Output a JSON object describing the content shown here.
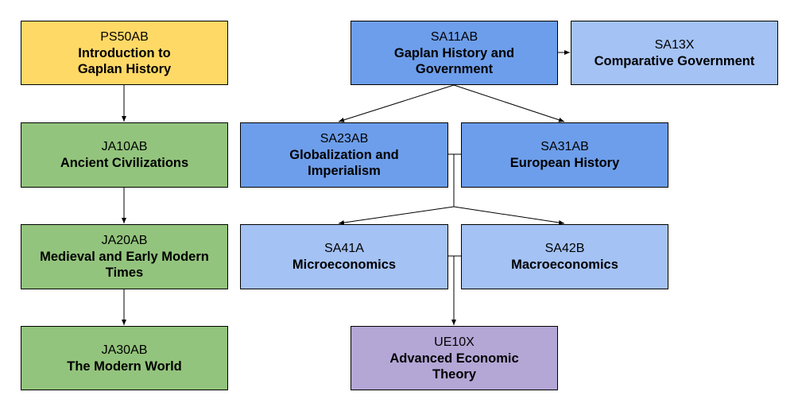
{
  "colors": {
    "intro": "#ffd966",
    "core": "#93c47d",
    "social": "#6d9eeb",
    "econ": "#a4c2f4",
    "advanced": "#b4a7d6"
  },
  "courses": {
    "ps50ab": {
      "code": "PS50AB",
      "title": "Introduction to Gaplan History"
    },
    "ja10ab": {
      "code": "JA10AB",
      "title": "Ancient Civilizations"
    },
    "ja20ab": {
      "code": "JA20AB",
      "title": "Medieval and Early Modern Times"
    },
    "ja30ab": {
      "code": "JA30AB",
      "title": "The Modern World"
    },
    "sa11ab": {
      "code": "SA11AB",
      "title": "Gaplan History and Government"
    },
    "sa13x": {
      "code": "SA13X",
      "title": "Comparative Government"
    },
    "sa23ab": {
      "code": "SA23AB",
      "title": "Globalization and Imperialism"
    },
    "sa31ab": {
      "code": "SA31AB",
      "title": "European History"
    },
    "sa41a": {
      "code": "SA41A",
      "title": "Microeconomics"
    },
    "sa42b": {
      "code": "SA42B",
      "title": "Macroeconomics"
    },
    "ue10x": {
      "code": "UE10X",
      "title": "Advanced Economic Theory"
    }
  }
}
